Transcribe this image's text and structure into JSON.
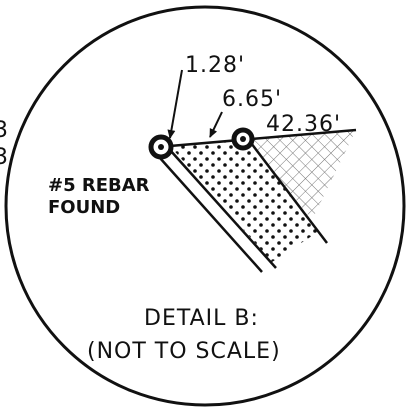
{
  "detail": {
    "title_line1": "DETAIL B:",
    "title_line2": "(NOT TO SCALE)"
  },
  "callout": {
    "line1": "#5 REBAR",
    "line2": "FOUND"
  },
  "dimensions": {
    "dim_a": "1.28'",
    "dim_b": "6.65'",
    "dim_c": "42.36'"
  },
  "edge_fragments": {
    "left_upper": "3",
    "left_lower": "3"
  },
  "colors": {
    "ink": "#111111",
    "background": "#ffffff"
  }
}
